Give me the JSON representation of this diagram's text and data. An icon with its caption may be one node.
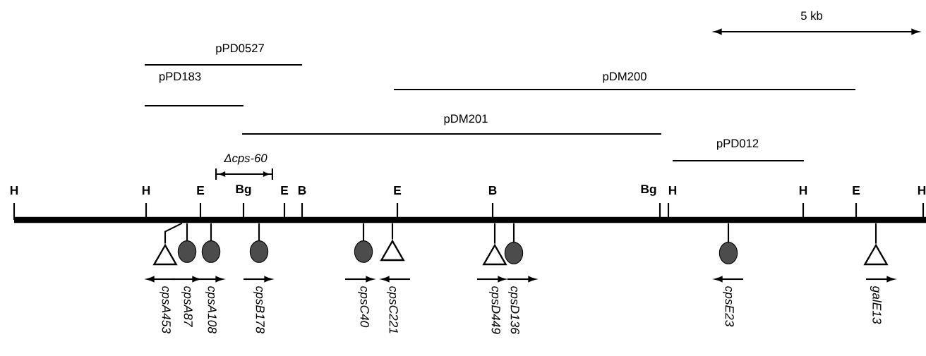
{
  "diagram": {
    "nodes": [
      {
        "text": [],
        "shape": "bar"
      },
      {
        "text": [],
        "shape": "triangle",
        "beside": [
          "cpsA453"
        ]
      },
      {
        "text": [],
        "shape": "circle",
        "beside": [
          "cpsA87"
        ]
      },
      {
        "text": [],
        "shape": "circle",
        "beside": [
          "cpsA108"
        ]
      },
      {
        "text": [],
        "shape": "circle",
        "beside": [
          "cpsB178"
        ]
      },
      {
        "text": [],
        "shape": "circle",
        "beside": [
          "cpsC40"
        ]
      },
      {
        "text": [],
        "shape": "triangle",
        "beside": [
          "cpsC221"
        ]
      },
      {
        "text": [],
        "shape": "triangle",
        "beside": [
          "cpsD449"
        ]
      },
      {
        "text": [],
        "shape": "circle",
        "beside": [
          "cpsD136"
        ]
      },
      {
        "text": [],
        "shape": "circle",
        "beside": [
          "cpsE23"
        ]
      },
      {
        "text": [],
        "shape": "triangle",
        "beside": [
          "galE13"
        ]
      }
    ],
    "edges": [
      {
        "from": 1,
        "to": 0,
        "arrow": "none"
      },
      {
        "from": 2,
        "to": 0,
        "arrow": "none"
      },
      {
        "from": 3,
        "to": 0,
        "arrow": "none"
      },
      {
        "from": 4,
        "to": 0,
        "arrow": "none"
      },
      {
        "from": 5,
        "to": 0,
        "arrow": "none"
      },
      {
        "from": 6,
        "to": 0,
        "arrow": "none"
      },
      {
        "from": 7,
        "to": 0,
        "arrow": "none"
      },
      {
        "from": 8,
        "to": 0,
        "arrow": "none"
      },
      {
        "from": 9,
        "to": 0,
        "arrow": "none"
      },
      {
        "from": 10,
        "to": 0,
        "arrow": "none"
      }
    ],
    "labels": [
      "5 kb",
      "pPD0527",
      "pPD183",
      "pDM200",
      "pDM201",
      "pPD012",
      "Δcps-60",
      "H",
      "H",
      "E",
      "Bg",
      "E",
      "B",
      "E",
      "B",
      "Bg",
      "H",
      "H",
      "E",
      "H"
    ]
  }
}
